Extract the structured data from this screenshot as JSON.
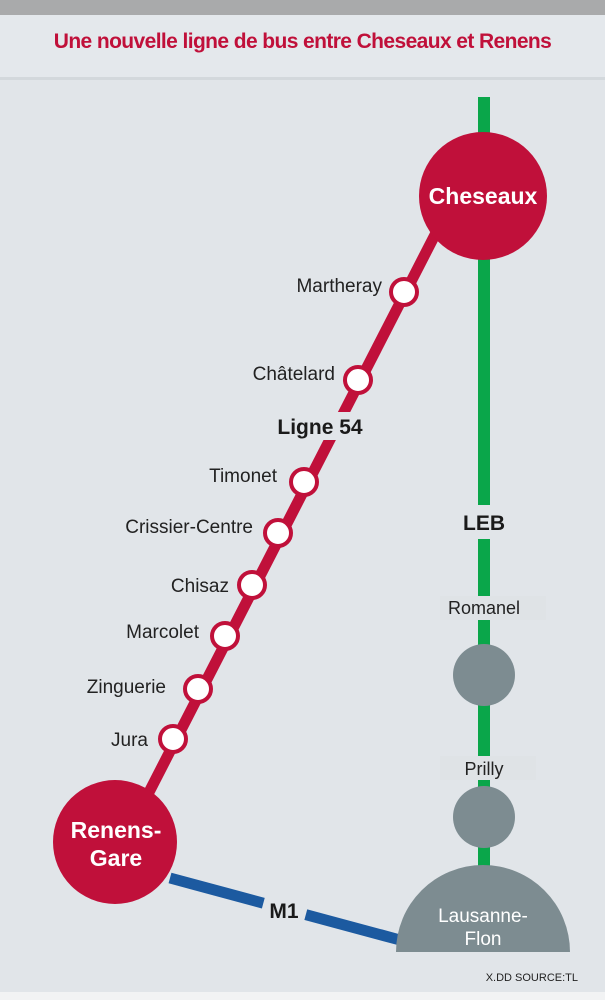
{
  "title": "Une nouvelle ligne de bus entre Cheseaux et Renens",
  "colors": {
    "bus_line": "#c0103a",
    "leb_line": "#0aa64a",
    "m1_line": "#1c5aa0",
    "hub_gray": "#7d8c91",
    "background": "#e1e5e9"
  },
  "lines": {
    "bus": {
      "label": "Ligne 54"
    },
    "leb": {
      "label": "LEB"
    },
    "m1": {
      "label": "M1"
    }
  },
  "terminals": {
    "cheseaux": "Cheseaux",
    "renens_line1": "Renens-",
    "renens_line2": "Gare",
    "flon_line1": "Lausanne-",
    "flon_line2": "Flon"
  },
  "bus_stops": [
    "Martheray",
    "Châtelard",
    "Timonet",
    "Crissier-Centre",
    "Chisaz",
    "Marcolet",
    "Zinguerie",
    "Jura"
  ],
  "leb_stops": [
    "Romanel",
    "Prilly"
  ],
  "source": "X.DD SOURCE:TL"
}
